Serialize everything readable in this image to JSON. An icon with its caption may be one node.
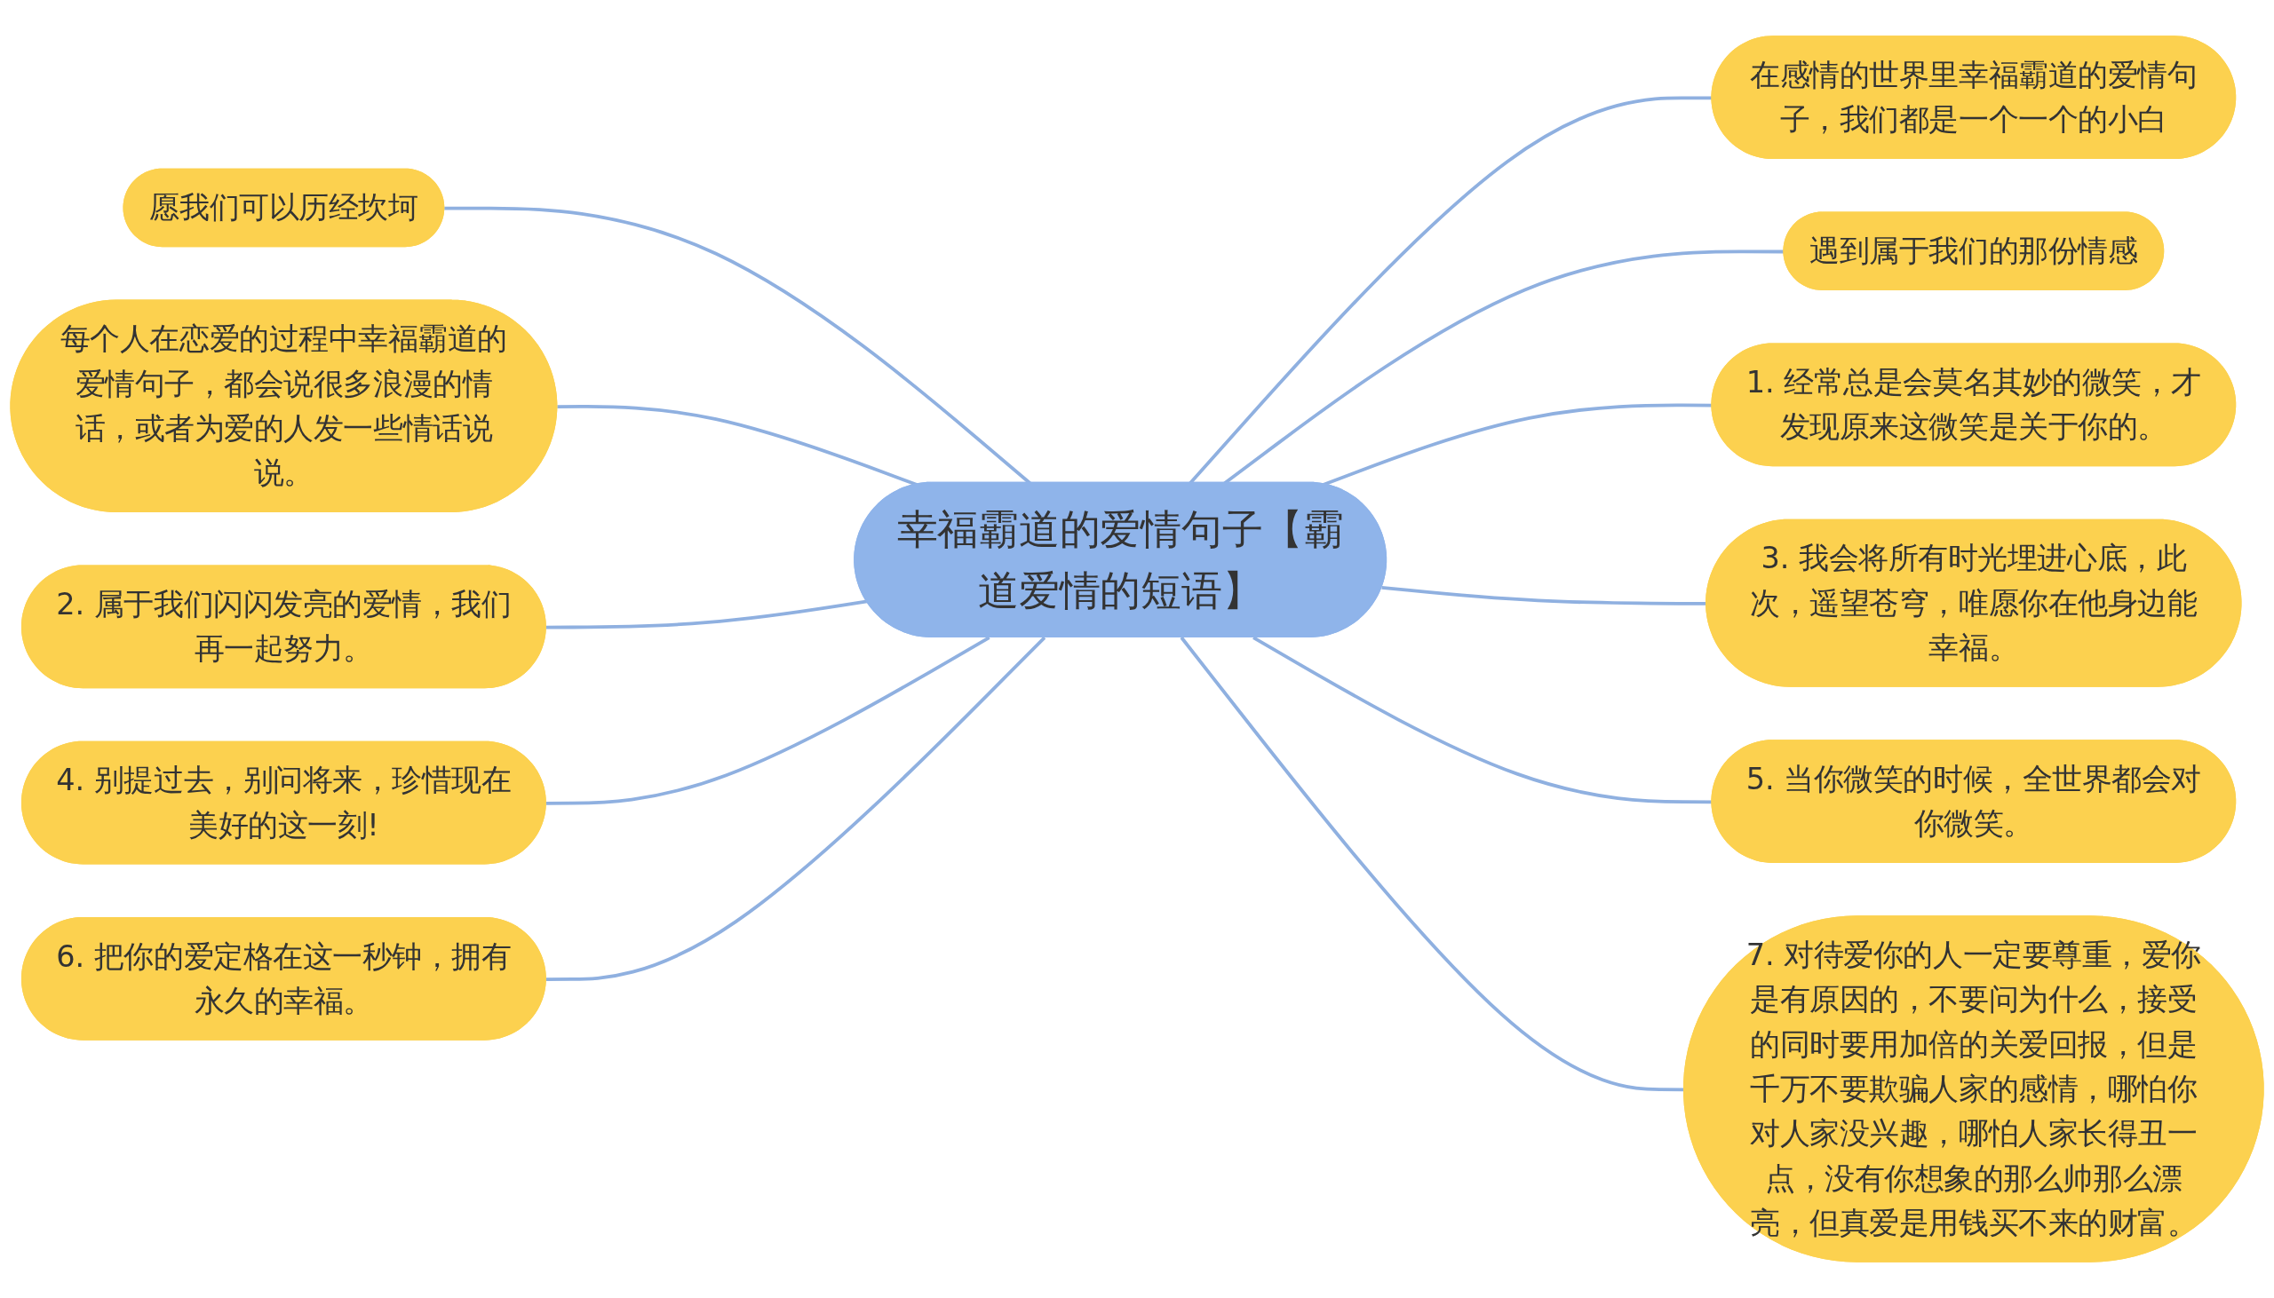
{
  "diagram": {
    "nodes": [
      {
        "text": [
          "幸福霸道的爱情句子【霸道爱情的短语】"
        ]
      },
      {
        "text": [
          "愿我们可以历经坎坷"
        ]
      },
      {
        "text": [
          "每个人在恋爱的过程中幸福霸道的爱情句子，都会说很多浪漫的情话，或者为爱的人发一些情话说说。"
        ]
      },
      {
        "text": [
          "2. 属于我们闪闪发亮的爱情，我们再一起努力。"
        ]
      },
      {
        "text": [
          "4. 别提过去，别问将来，珍惜现在美好的这一刻!"
        ]
      },
      {
        "text": [
          "6. 把你的爱定格在这一秒钟，拥有永久的幸福。"
        ]
      },
      {
        "text": [
          "在感情的世界里幸福霸道的爱情句子，我们都是一个一个的小白"
        ]
      },
      {
        "text": [
          "遇到属于我们的那份情感"
        ]
      },
      {
        "text": [
          "1. 经常总是会莫名其妙的微笑，才发现原来这微笑是关于你的。"
        ]
      },
      {
        "text": [
          "3. 我会将所有时光埋进心底，此次，遥望苍穹，唯愿你在他身边能幸福。"
        ]
      },
      {
        "text": [
          "5. 当你微笑的时候，全世界都会对你微笑。"
        ]
      },
      {
        "text": [
          "7. 对待爱你的人一定要尊重，爱你是有原因的，不要问为什么，接受的同时要用加倍的关爱回报，但是千万不要欺骗人家的感情，哪怕你对人家没兴趣，哪怕人家长得丑一点，没有你想象的那么帅那么漂亮，但真爱是用钱买不来的财富。"
        ]
      }
    ],
    "edges": [
      {
        "from": 1,
        "to": 0,
        "arrow": "none"
      },
      {
        "from": 2,
        "to": 0,
        "arrow": "none"
      },
      {
        "from": 3,
        "to": 0,
        "arrow": "none"
      },
      {
        "from": 4,
        "to": 0,
        "arrow": "none"
      },
      {
        "from": 5,
        "to": 0,
        "arrow": "none"
      },
      {
        "from": 0,
        "to": 6,
        "arrow": "none"
      },
      {
        "from": 0,
        "to": 7,
        "arrow": "none"
      },
      {
        "from": 0,
        "to": 8,
        "arrow": "none"
      },
      {
        "from": 0,
        "to": 9,
        "arrow": "none"
      },
      {
        "from": 0,
        "to": 10,
        "arrow": "none"
      },
      {
        "from": 0,
        "to": 11,
        "arrow": "none"
      }
    ]
  }
}
